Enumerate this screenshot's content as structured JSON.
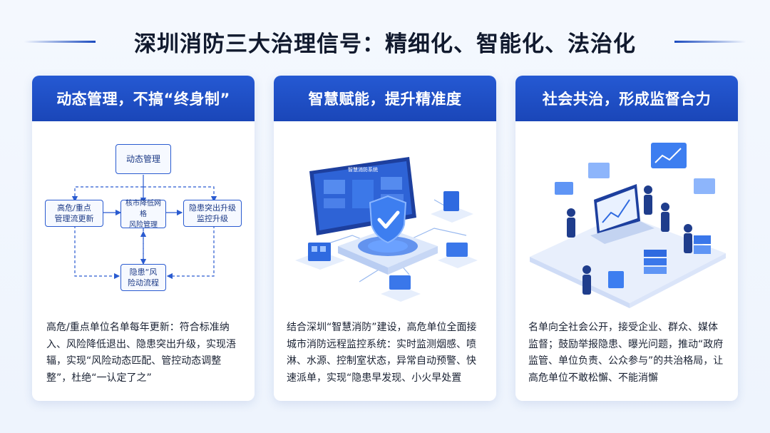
{
  "header": {
    "title": "深圳消防三大治理信号：精细化、智能化、法治化"
  },
  "colors": {
    "accent": "#1a46b8",
    "card_bg": "#ffffff",
    "page_bg": "#f1f6fd"
  },
  "cards": [
    {
      "title": "动态管理，不搞“终身制”",
      "flowchart": {
        "top": "动态管理",
        "left": "高危/重点\n管理流更新",
        "center": "核市降低网格\n风险管理",
        "right": "隐患突出升级\n监控升级",
        "bottom": "隐患“风\n险动流程"
      },
      "text": "高危/重点单位名单每年更新：符合标准纳入、风险降低退出、隐患突出升级，实现浯辐，实现“风险动态匹配、管控动态调整整”，杜绝“一认定了之”"
    },
    {
      "title": "智慧赋能，提升精准度",
      "illustration": "smart-fire-platform",
      "screen_label": "智慧消防系统",
      "text": "结合深圳“智慧消防”建设，高危单位全面接城市消防远程监控系统：实时监测烟感、喷淋、水源、控制室状态，异常自动预警、快速派单，实现“隐患早发现、小火早处置"
    },
    {
      "title": "社会共治，形成监督合力",
      "illustration": "social-cogovernance",
      "text": "名单向全社会公开，接受企业、群众、媒体监督；鼓励举报隐患、曝光问题，推动“政府监管、单位负责、公众参与”的共治格局，让高危单位不敢松懈、不能消懈"
    }
  ]
}
